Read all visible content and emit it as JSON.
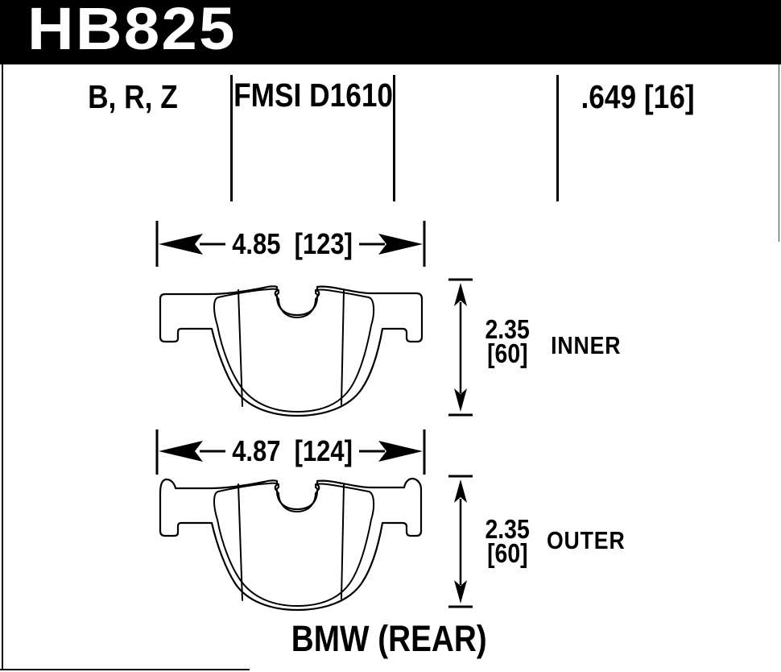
{
  "page": {
    "background_color": "#ffffff",
    "ink_color": "#000000"
  },
  "header": {
    "part_number": "HB825",
    "background_color": "#000000",
    "text_color": "#ffffff"
  },
  "spec_row": {
    "compounds": "B, R, Z",
    "fmsi": "FMSI D1610",
    "pad_thickness": ".649 [16]"
  },
  "inner_pad": {
    "label": "INNER",
    "width_dim": "4.85  [123]",
    "height_dim_in": "2.35",
    "height_dim_mm": "[60]"
  },
  "outer_pad": {
    "label": "OUTER",
    "width_dim": "4.87  [124]",
    "height_dim_in": "2.35",
    "height_dim_mm": "[60]"
  },
  "footer": {
    "application": "BMW (REAR)"
  }
}
